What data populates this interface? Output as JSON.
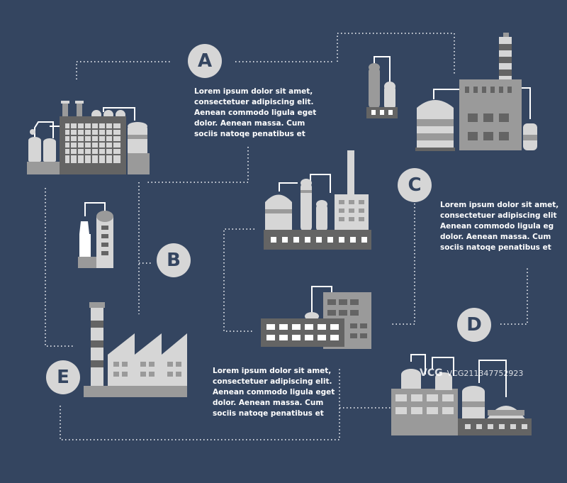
{
  "colors": {
    "background": "#344560",
    "dark": "#646464",
    "mid": "#9a9a9a",
    "light": "#d6d6d6",
    "white": "#ffffff"
  },
  "badges": {
    "a": "A",
    "b": "B",
    "c": "C",
    "d": "D",
    "e": "E"
  },
  "paragraphs": {
    "a": [
      "Lorem ipsum dolor sit amet,",
      "consectetuer adipiscing elit.",
      "Aenean commodo ligula eget",
      "dolor. Aenean massa. Cum",
      "sociis natoqe penatibus et"
    ],
    "c": [
      "Lorem ipsum dolor sit amet,",
      "consectetuer adipiscing elit",
      "Aenean commodo ligula eg",
      "dolor. Aenean massa. Cum",
      "sociis natoqe penatibus et"
    ],
    "e": [
      "Lorem ipsum dolor sit amet,",
      "consectetuer adipiscing elit.",
      "Aenean commodo ligula eget",
      "dolor. Aenean massa. Cum",
      "sociis natoqe penatibus et"
    ]
  },
  "watermark": {
    "logo": "VCG",
    "text": "VCG211347752923"
  }
}
